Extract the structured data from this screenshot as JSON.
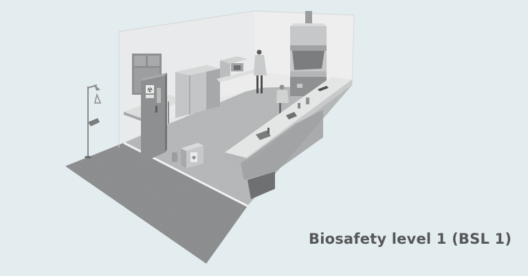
{
  "caption": {
    "text": "Biosafety level 1 (BSL 1)",
    "color": "#555759"
  },
  "illustration": {
    "subject": "isometric laboratory room",
    "elements": [
      "eyewash-shower-station",
      "entry-door-with-biohazard-signs",
      "window",
      "wall-bench",
      "refrigerators",
      "equipment-on-bench",
      "standing-scientist",
      "fume-hood",
      "seated-scientist",
      "lab-bench-with-sinks",
      "biohazard-waste-box",
      "tiled-floor"
    ]
  },
  "colors": {
    "background": "#e3ecee",
    "floor_dark": "#8a8b8c",
    "floor_light": "#b4b5b6",
    "wall": "#ececec",
    "bench": "#e4e5e5"
  }
}
